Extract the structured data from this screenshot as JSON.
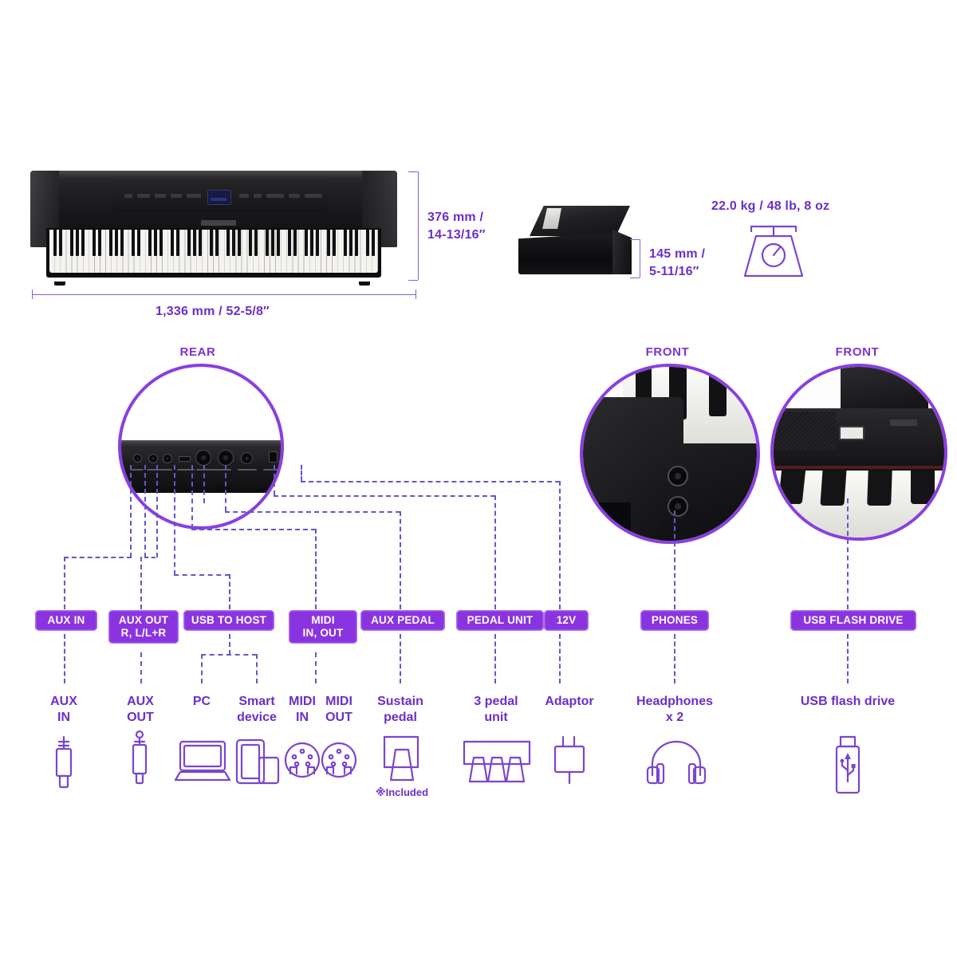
{
  "dimensions": {
    "width_label": "1,336 mm / 52-5/8″",
    "height_label": "376 mm /\n14-13/16″",
    "depth_label": "145 mm /\n5-11/16″",
    "weight_label": "22.0 kg / 48 lb, 8 oz"
  },
  "views": {
    "rear_title": "REAR",
    "front_jacks_title": "FRONT",
    "front_usb_title": "FRONT"
  },
  "ports": [
    {
      "id": "aux-in",
      "label": "AUX IN"
    },
    {
      "id": "aux-out",
      "label": "AUX OUT\nR, L/L+R"
    },
    {
      "id": "usb-to-host",
      "label": "USB TO HOST"
    },
    {
      "id": "midi",
      "label": "MIDI\nIN, OUT"
    },
    {
      "id": "aux-pedal",
      "label": "AUX PEDAL"
    },
    {
      "id": "pedal-unit",
      "label": "PEDAL UNIT"
    },
    {
      "id": "dc-12v",
      "label": "12V"
    },
    {
      "id": "phones",
      "label": "PHONES"
    },
    {
      "id": "usb-flash-drive",
      "label": "USB FLASH DRIVE"
    }
  ],
  "devices": [
    {
      "id": "aux-in",
      "label": "AUX\nIN",
      "icon": "mini-plug-icon",
      "note": ""
    },
    {
      "id": "aux-out",
      "label": "AUX\nOUT",
      "icon": "phone-plug-icon",
      "note": ""
    },
    {
      "id": "pc",
      "label": "PC",
      "icon": "laptop-icon",
      "note": ""
    },
    {
      "id": "smart-device",
      "label": "Smart\ndevice",
      "icon": "tablet-phone-icon",
      "note": ""
    },
    {
      "id": "midi-in",
      "label": "MIDI\nIN",
      "icon": "din-connector-icon",
      "note": ""
    },
    {
      "id": "midi-out",
      "label": "MIDI\nOUT",
      "icon": "din-connector-icon",
      "note": ""
    },
    {
      "id": "sustain-pedal",
      "label": "Sustain\npedal",
      "icon": "sustain-pedal-icon",
      "note": "※Included"
    },
    {
      "id": "pedal-unit",
      "label": "3 pedal\nunit",
      "icon": "three-pedal-icon",
      "note": ""
    },
    {
      "id": "adaptor",
      "label": "Adaptor",
      "icon": "power-adaptor-icon",
      "note": ""
    },
    {
      "id": "headphones",
      "label": "Headphones\nx 2",
      "icon": "headphones-icon",
      "note": ""
    },
    {
      "id": "usb-flash",
      "label": "USB flash drive",
      "icon": "usb-stick-icon",
      "note": ""
    }
  ],
  "colors": {
    "accent_purple": "#8a34e0",
    "text_purple": "#6b2fc9",
    "dash_blue": "#6457c9",
    "circle_outline": "#8a3fe0",
    "measure_line": "#8a5fd6"
  }
}
